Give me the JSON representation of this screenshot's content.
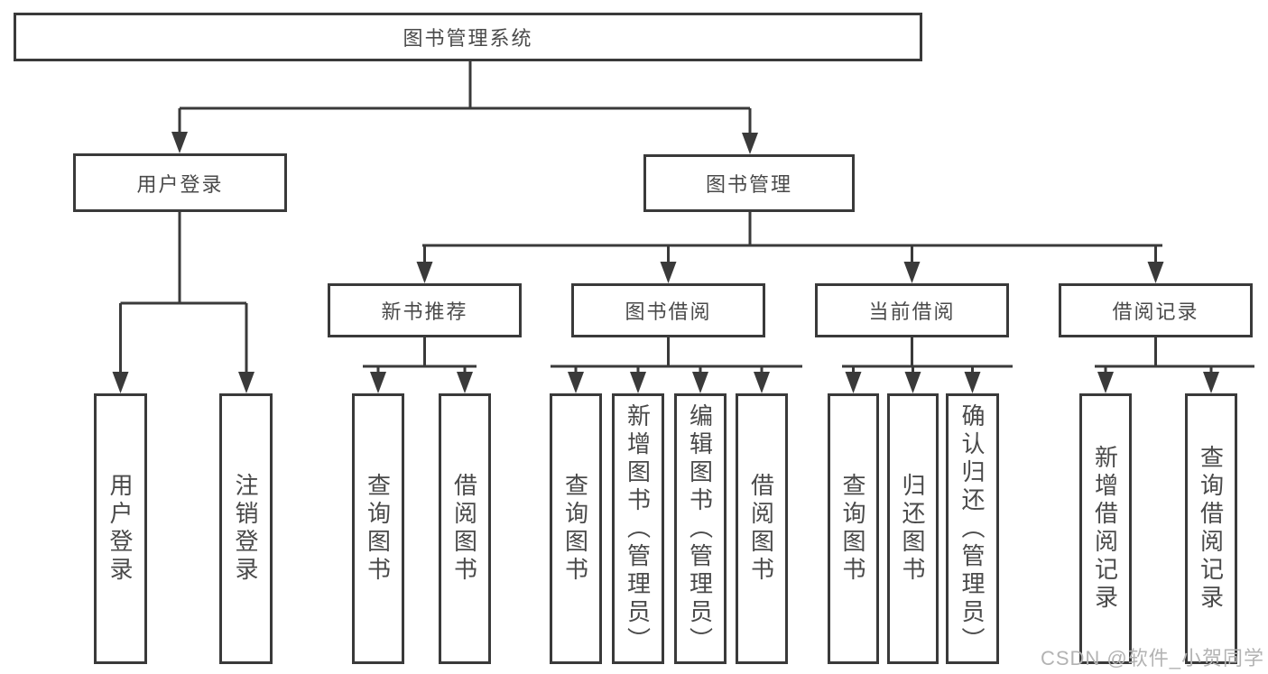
{
  "tree": {
    "label": "图书管理系统",
    "children": [
      {
        "label": "用户登录",
        "children": [
          {
            "label": "用户登录"
          },
          {
            "label": "注销登录"
          }
        ]
      },
      {
        "label": "图书管理",
        "children": [
          {
            "label": "新书推荐",
            "children": [
              {
                "label": "查询图书"
              },
              {
                "label": "借阅图书"
              }
            ]
          },
          {
            "label": "图书借阅",
            "children": [
              {
                "label": "查询图书"
              },
              {
                "label": "新增图书（管理员）"
              },
              {
                "label": "编辑图书（管理员）"
              },
              {
                "label": "借阅图书"
              }
            ]
          },
          {
            "label": "当前借阅",
            "children": [
              {
                "label": "查询图书"
              },
              {
                "label": "归还图书"
              },
              {
                "label": "确认归还（管理员）"
              }
            ]
          },
          {
            "label": "借阅记录",
            "children": [
              {
                "label": "新增借阅记录"
              },
              {
                "label": "查询借阅记录"
              }
            ]
          }
        ]
      }
    ]
  },
  "watermark": {
    "text": "CSDN @软件_小贺同学"
  },
  "colors": {
    "line": "#3a3a3a",
    "box_border": "#3a3a3a",
    "text": "#4a4a4a",
    "watermark": "#b3b3b3",
    "background": "#ffffff"
  }
}
